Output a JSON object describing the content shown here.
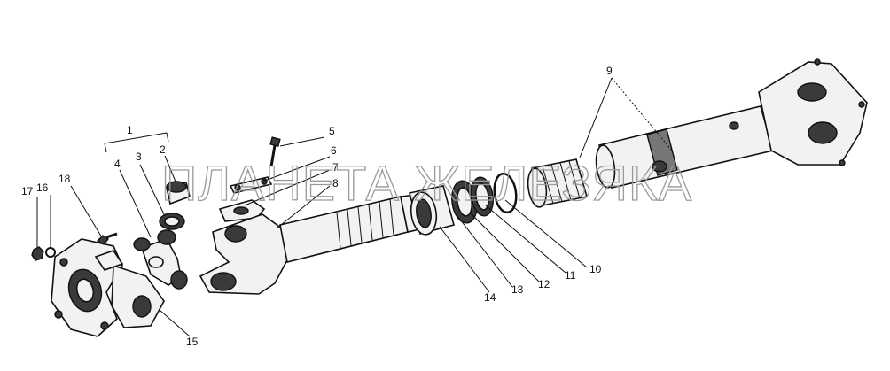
{
  "watermark": "ПЛАНЕТА ЖЕЛЕЗЯКА",
  "callouts": [
    "1",
    "2",
    "3",
    "4",
    "5",
    "6",
    "7",
    "8",
    "9",
    "10",
    "11",
    "12",
    "13",
    "14",
    "15",
    "16",
    "17",
    "18"
  ],
  "colors": {
    "ink": "#111111",
    "watermark": "#9a9a9a",
    "background": "#ffffff"
  }
}
